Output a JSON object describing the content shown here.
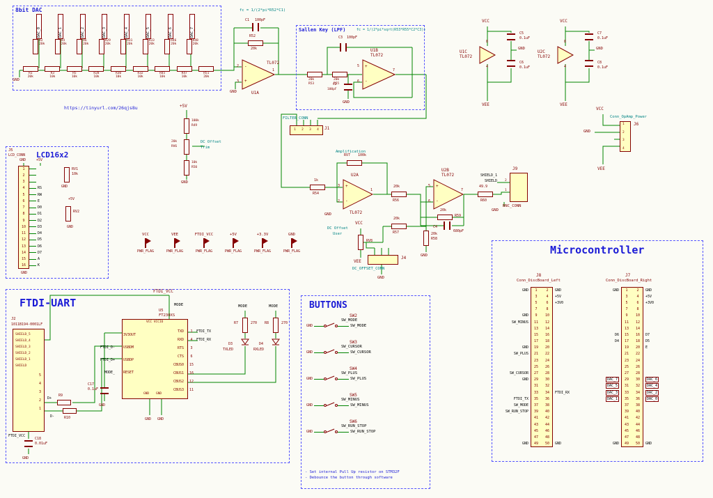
{
  "colors": {
    "wire": "#008400",
    "component": "#840000",
    "annotation": "#008484",
    "section_title": "#1a1ad6",
    "section_border": "#5151ff",
    "connector_fill": "#ffffc2",
    "background": "#fbfbf5"
  },
  "dac": {
    "title": "8bit DAC",
    "link": "https://tinyurl.com/26qjs8u",
    "gnd": "GND",
    "bits": [
      {
        "net": "DAC_0",
        "ref": "R2",
        "val": "20k"
      },
      {
        "net": "DAC_1",
        "ref": "R4",
        "val": "20k"
      },
      {
        "net": "DAC_2",
        "ref": "R6",
        "val": "20k"
      },
      {
        "net": "DAC_3",
        "ref": "R29",
        "val": "20k"
      },
      {
        "net": "DAC_4",
        "ref": "R31",
        "val": "20k"
      },
      {
        "net": "DAC_5",
        "ref": "R33",
        "val": "20k"
      },
      {
        "net": "DAC_6",
        "ref": "R46",
        "val": "20k"
      },
      {
        "net": "DAC_7",
        "ref": "R48",
        "val": "20k"
      }
    ],
    "ladder": [
      {
        "ref": "R1",
        "val": "20k"
      },
      {
        "ref": "R3",
        "val": "10k"
      },
      {
        "ref": "R5",
        "val": "10k"
      },
      {
        "ref": "R28",
        "val": "10k"
      },
      {
        "ref": "R30",
        "val": "10k"
      },
      {
        "ref": "R32",
        "val": "10k"
      },
      {
        "ref": "R45",
        "val": "10k"
      },
      {
        "ref": "R47",
        "val": "10k"
      },
      {
        "ref": "R51",
        "val": "20k"
      }
    ]
  },
  "stage1": {
    "formula": "fc = 1/(2*pi*R52*C1)",
    "c1_ref": "C1",
    "c1_val": "100pF",
    "r52_ref": "R52",
    "r52_val": "20k",
    "gnd": "GND"
  },
  "opamps": {
    "u1a": {
      "ref": "U1A",
      "part": "TL072",
      "top_pin": "2",
      "top_sign": "-",
      "bot_pin": "3",
      "bot_sign": "+",
      "out_pin": "1"
    },
    "u1b": {
      "ref": "U1B",
      "part": "TL072",
      "top_pin": "5",
      "top_sign": "+",
      "bot_pin": "6",
      "bot_sign": "-",
      "out_pin": "7"
    },
    "u2a": {
      "ref": "U2A",
      "part": "TL072",
      "top_pin": "3",
      "top_sign": "+",
      "bot_pin": "2",
      "bot_sign": "-",
      "out_pin": "1"
    },
    "u2b": {
      "ref": "U2B",
      "part": "TL072",
      "top_pin": "5",
      "top_sign": "+",
      "bot_pin": "6",
      "bot_sign": "-",
      "out_pin": "7"
    }
  },
  "sallen": {
    "title": "Sallen Key (LPF)",
    "formula": "fc = 1/(2*pi*sqrt(R53*R55*C2*C3))",
    "c3_ref": "C3",
    "c3_val": "100pF",
    "r53_ref": "R53",
    "r53_val": "20k",
    "r55_ref": "R55",
    "r55_val": "20k",
    "c2_ref": "C2",
    "c2_val": "100pF",
    "gnd": "GND"
  },
  "decouple": [
    {
      "vcc": "VCC",
      "ref": "U1C",
      "part": "TL072",
      "pin_top": "8",
      "pin_bot": "4",
      "ct_ref": "C5",
      "ct_val": "0.1uF",
      "cb_ref": "C6",
      "cb_val": "0.1uF",
      "gnd": "GND",
      "vee": "VEE"
    },
    {
      "vcc": "VCC",
      "ref": "U2C",
      "part": "TL072",
      "pin_top": "8",
      "pin_bot": "4",
      "ct_ref": "C7",
      "ct_val": "0.1uF",
      "cb_ref": "C8",
      "cb_val": "0.1uF",
      "gnd": "GND",
      "vee": "VEE"
    }
  ],
  "opamp_power_conn": {
    "vcc": "VCC",
    "gnd": "GND",
    "vee": "VEE",
    "label": "Conn_OpAmp_Power",
    "ref": "J6",
    "pins": [
      {
        "n": "1"
      },
      {
        "n": "2"
      },
      {
        "n": "3"
      },
      {
        "n": "4"
      }
    ]
  },
  "filter_conn": {
    "label": "FILTER_CONN",
    "ref": "J1",
    "pins": [
      {
        "n": "1"
      },
      {
        "n": "2"
      },
      {
        "n": "3"
      },
      {
        "n": "4"
      }
    ]
  },
  "trim": {
    "p5v": "+5V",
    "r49_val": "100k",
    "r49_ref": "R49",
    "rv6_val": "20k",
    "rv6_ref": "RV6",
    "label1": "DC Offset",
    "label2": "Trim",
    "r50_val": "10k",
    "r50_ref": "R50",
    "gnd": "GND"
  },
  "amp": {
    "label": "Amplification",
    "rv7_ref": "RV7",
    "rv7_val": "100k",
    "r54_ref": "R54",
    "r54_val": "1k",
    "r56_ref": "R56",
    "r56_val": "20k",
    "r57_ref": "R57",
    "r57_val": "20k",
    "r58_ref": "R58",
    "r58_val": "20k",
    "r59_ref": "R59",
    "r59_val": "20k",
    "c4_ref": "C4",
    "c4_val": "680pF",
    "r60_ref": "R60",
    "r60_val": "49.9",
    "gnd": "GND"
  },
  "offset_user": {
    "label1": "DC Offset",
    "label2": "User",
    "vcc": "VCC",
    "vee": "VEE",
    "rv8_ref": "RV8",
    "conn_label": "DC_OFFSET_CONN",
    "conn_ref": "J4",
    "gnd": "GND"
  },
  "bnc": {
    "ref": "J9",
    "name": "BNC_CONN",
    "shield1": "SHIELD_1",
    "shield": "SHIELD",
    "pin2": "2",
    "pin1": "1",
    "gnd": "GND"
  },
  "pwr_flags": [
    {
      "net": "VCC",
      "flag": "PWR_FLAG"
    },
    {
      "net": "VEE",
      "flag": "PWR_FLAG"
    },
    {
      "net": "FTDI_VCC",
      "flag": "PWR_FLAG"
    },
    {
      "net": "+5V",
      "flag": "PWR_FLAG"
    },
    {
      "net": "+3.3V",
      "flag": "PWR_FLAG"
    },
    {
      "net": "GND",
      "flag": "PWR_FLAG"
    }
  ],
  "lcd": {
    "title": "LCD16x2",
    "ref": "J5",
    "conn_name": "LCD_CONN",
    "gnd": "GND",
    "p5v": "+5V",
    "rv1_ref": "RV1",
    "rv1_val": "10k",
    "rv2_ref": "RV2",
    "pins": [
      {
        "n": "1",
        "sig": ""
      },
      {
        "n": "2",
        "sig": ""
      },
      {
        "n": "3",
        "sig": ""
      },
      {
        "n": "4",
        "sig": "RS"
      },
      {
        "n": "5",
        "sig": "RW"
      },
      {
        "n": "6",
        "sig": "E"
      },
      {
        "n": "7",
        "sig": "D0"
      },
      {
        "n": "8",
        "sig": "D1"
      },
      {
        "n": "9",
        "sig": "D2"
      },
      {
        "n": "10",
        "sig": "D3"
      },
      {
        "n": "11",
        "sig": "D4"
      },
      {
        "n": "12",
        "sig": "D5"
      },
      {
        "n": "13",
        "sig": "D6"
      },
      {
        "n": "14",
        "sig": "D7"
      },
      {
        "n": "15",
        "sig": "A"
      },
      {
        "n": "16",
        "sig": "K"
      }
    ]
  },
  "ftdi": {
    "title": "FTDI-UART",
    "ftdi_vcc": "FTDI_VCC",
    "u5_ref": "U5",
    "u5_part": "FT230XS",
    "mode": "MODE",
    "top_pins": "VCC VCCIO",
    "bot_pins_1": "GND",
    "bot_pins_2": "GND",
    "left_pins": [
      {
        "net": "",
        "name": "3V3OUT"
      },
      {
        "net": "FTDI_D-",
        "name": "USBDM"
      },
      {
        "net": "FTDI_D+",
        "name": "USBDP"
      },
      {
        "net": "MODE_",
        "name": "RESET"
      }
    ],
    "right_pins": [
      {
        "name": "TXD",
        "n": "1",
        "net": "FTDI_TX"
      },
      {
        "name": "RXD",
        "n": "4",
        "net": "FTDI_RX"
      },
      {
        "name": "RTS",
        "n": "3",
        "net": ""
      },
      {
        "name": "CTS",
        "n": "6",
        "net": ""
      },
      {
        "name": "CBUS0",
        "n": "15",
        "net": ""
      },
      {
        "name": "CBUS1",
        "n": "16",
        "net": ""
      },
      {
        "name": "CBUS2",
        "n": "12",
        "net": ""
      },
      {
        "name": "CBUS3",
        "n": "11",
        "net": ""
      }
    ],
    "leds": [
      {
        "mode": "MODE",
        "r_ref": "R7",
        "r_val": "270",
        "d_ref": "D3",
        "d_name": "TXLED"
      },
      {
        "mode": "MODE",
        "r_ref": "R8",
        "r_val": "270",
        "d_ref": "D4",
        "d_name": "RXLED"
      }
    ],
    "j2": {
      "ref": "J2",
      "part": "1011B194-0001LF",
      "shields": [
        {
          "name": "SHIELD_5"
        },
        {
          "name": "SHIELD_4"
        },
        {
          "name": "SHIELD_3"
        },
        {
          "name": "SHIELD_2"
        },
        {
          "name": "SHIELD_1"
        },
        {
          "name": "SHIELD"
        }
      ],
      "pins": [
        {
          "n": "5"
        },
        {
          "n": "4"
        },
        {
          "n": "3"
        },
        {
          "n": "2"
        },
        {
          "n": "1"
        }
      ]
    },
    "r9": "R9",
    "r10": "R10",
    "dplus": "D+",
    "dminus": "D-",
    "c17_ref": "C17",
    "c17_val": "0.1uF",
    "c18_ref": "C18",
    "c18_val": "0.01uF",
    "ftdi_vcc_bottom": "FTDI_VCC",
    "gnd": "GND"
  },
  "buttons": {
    "title": "BUTTONS",
    "items": [
      {
        "ref": "SW2",
        "net": "SW_MODE",
        "gnd": "GND"
      },
      {
        "ref": "SW3",
        "net": "SW_CURSOR",
        "gnd": "GND"
      },
      {
        "ref": "SW4",
        "net": "SW_PLUS",
        "gnd": "GND"
      },
      {
        "ref": "SW5",
        "net": "SW_MINUS",
        "gnd": "GND"
      },
      {
        "ref": "SW6",
        "net": "SW_RUN_STOP",
        "gnd": "GND"
      }
    ],
    "notes": [
      {
        "text": "- Set internal Pull Up resistor on STM32F"
      },
      {
        "text": "- Debounce the button through software"
      }
    ]
  },
  "mcu": {
    "title": "Microcontroller",
    "j8": {
      "ref": "J8",
      "name": "Conn_DiscBoard_Left",
      "rows": [
        {
          "ll": "GND",
          "lp": "1",
          "rp": "2",
          "rl": "GND"
        },
        {
          "ll": "",
          "lp": "3",
          "rp": "4",
          "rl": "+5V"
        },
        {
          "ll": "",
          "lp": "5",
          "rp": "6",
          "rl": "+3V0"
        },
        {
          "ll": "",
          "lp": "7",
          "rp": "8",
          "rl": ""
        },
        {
          "ll": "GND",
          "lp": "9",
          "rp": "10",
          "rl": ""
        },
        {
          "ll": "SW_MINUS",
          "lp": "11",
          "rp": "12",
          "rl": ""
        },
        {
          "ll": "",
          "lp": "13",
          "rp": "14",
          "rl": ""
        },
        {
          "ll": "",
          "lp": "15",
          "rp": "16",
          "rl": ""
        },
        {
          "ll": "",
          "lp": "17",
          "rp": "18",
          "rl": ""
        },
        {
          "ll": "GND",
          "lp": "19",
          "rp": "20",
          "rl": ""
        },
        {
          "ll": "SW_PLUS",
          "lp": "21",
          "rp": "22",
          "rl": ""
        },
        {
          "ll": "",
          "lp": "23",
          "rp": "24",
          "rl": ""
        },
        {
          "ll": "",
          "lp": "25",
          "rp": "26",
          "rl": ""
        },
        {
          "ll": "SW_CURSOR",
          "lp": "27",
          "rp": "28",
          "rl": ""
        },
        {
          "ll": "GND",
          "lp": "29",
          "rp": "30",
          "rl": ""
        },
        {
          "ll": "",
          "lp": "31",
          "rp": "32",
          "rl": ""
        },
        {
          "ll": "",
          "lp": "33",
          "rp": "34",
          "rl": "FTDI_RX"
        },
        {
          "ll": "FTDI_TX",
          "lp": "35",
          "rp": "36",
          "rl": ""
        },
        {
          "ll": "SW_MODE",
          "lp": "37",
          "rp": "38",
          "rl": ""
        },
        {
          "ll": "SW_RUN_STOP",
          "lp": "39",
          "rp": "40",
          "rl": ""
        },
        {
          "ll": "",
          "lp": "41",
          "rp": "42",
          "rl": ""
        },
        {
          "ll": "",
          "lp": "43",
          "rp": "44",
          "rl": ""
        },
        {
          "ll": "",
          "lp": "45",
          "rp": "46",
          "rl": ""
        },
        {
          "ll": "",
          "lp": "47",
          "rp": "48",
          "rl": ""
        },
        {
          "ll": "GND",
          "lp": "49",
          "rp": "50",
          "rl": "GND"
        }
      ]
    },
    "j7": {
      "ref": "J7",
      "name": "Conn_DiscBoard_Right",
      "rows": [
        {
          "ll": "GND",
          "lp": "1",
          "rp": "2",
          "rl": "GND"
        },
        {
          "ll": "",
          "lp": "3",
          "rp": "4",
          "rl": "+5V"
        },
        {
          "ll": "",
          "lp": "5",
          "rp": "6",
          "rl": "+3V0"
        },
        {
          "ll": "",
          "lp": "7",
          "rp": "8",
          "rl": ""
        },
        {
          "ll": "",
          "lp": "9",
          "rp": "10",
          "rl": ""
        },
        {
          "ll": "",
          "lp": "11",
          "rp": "12",
          "rl": ""
        },
        {
          "ll": "",
          "lp": "13",
          "rp": "14",
          "rl": ""
        },
        {
          "ll": "D6",
          "lp": "15",
          "rp": "16",
          "rl": "D7"
        },
        {
          "ll": "D4",
          "lp": "17",
          "rp": "18",
          "rl": "D5"
        },
        {
          "ll": "",
          "lp": "19",
          "rp": "20",
          "rl": "E"
        },
        {
          "ll": "",
          "lp": "21",
          "rp": "22",
          "rl": ""
        },
        {
          "ll": "",
          "lp": "23",
          "rp": "24",
          "rl": ""
        },
        {
          "ll": "",
          "lp": "25",
          "rp": "26",
          "rl": ""
        },
        {
          "ll": "",
          "lp": "27",
          "rp": "28",
          "rl": ""
        },
        {
          "ll": "DAC_7",
          "lc": "g",
          "lp": "29",
          "rp": "30",
          "rl": "DAC_6",
          "rc": "g"
        },
        {
          "ll": "DAC_5",
          "lc": "g",
          "lp": "31",
          "rp": "32",
          "rl": "DAC_4",
          "rc": "g"
        },
        {
          "ll": "DAC_3",
          "lc": "g",
          "lp": "33",
          "rp": "34",
          "rl": "DAC_2",
          "rc": "g"
        },
        {
          "ll": "DAC_1",
          "lc": "g",
          "lp": "35",
          "rp": "36",
          "rl": "DAC_0",
          "rc": "g"
        },
        {
          "ll": "",
          "lp": "37",
          "rp": "38",
          "rl": ""
        },
        {
          "ll": "",
          "lp": "39",
          "rp": "40",
          "rl": ""
        },
        {
          "ll": "",
          "lp": "41",
          "rp": "42",
          "rl": ""
        },
        {
          "ll": "",
          "lp": "43",
          "rp": "44",
          "rl": ""
        },
        {
          "ll": "",
          "lp": "45",
          "rp": "46",
          "rl": ""
        },
        {
          "ll": "",
          "lp": "47",
          "rp": "48",
          "rl": ""
        },
        {
          "ll": "GND",
          "lp": "49",
          "rp": "50",
          "rl": "GND"
        }
      ]
    }
  }
}
